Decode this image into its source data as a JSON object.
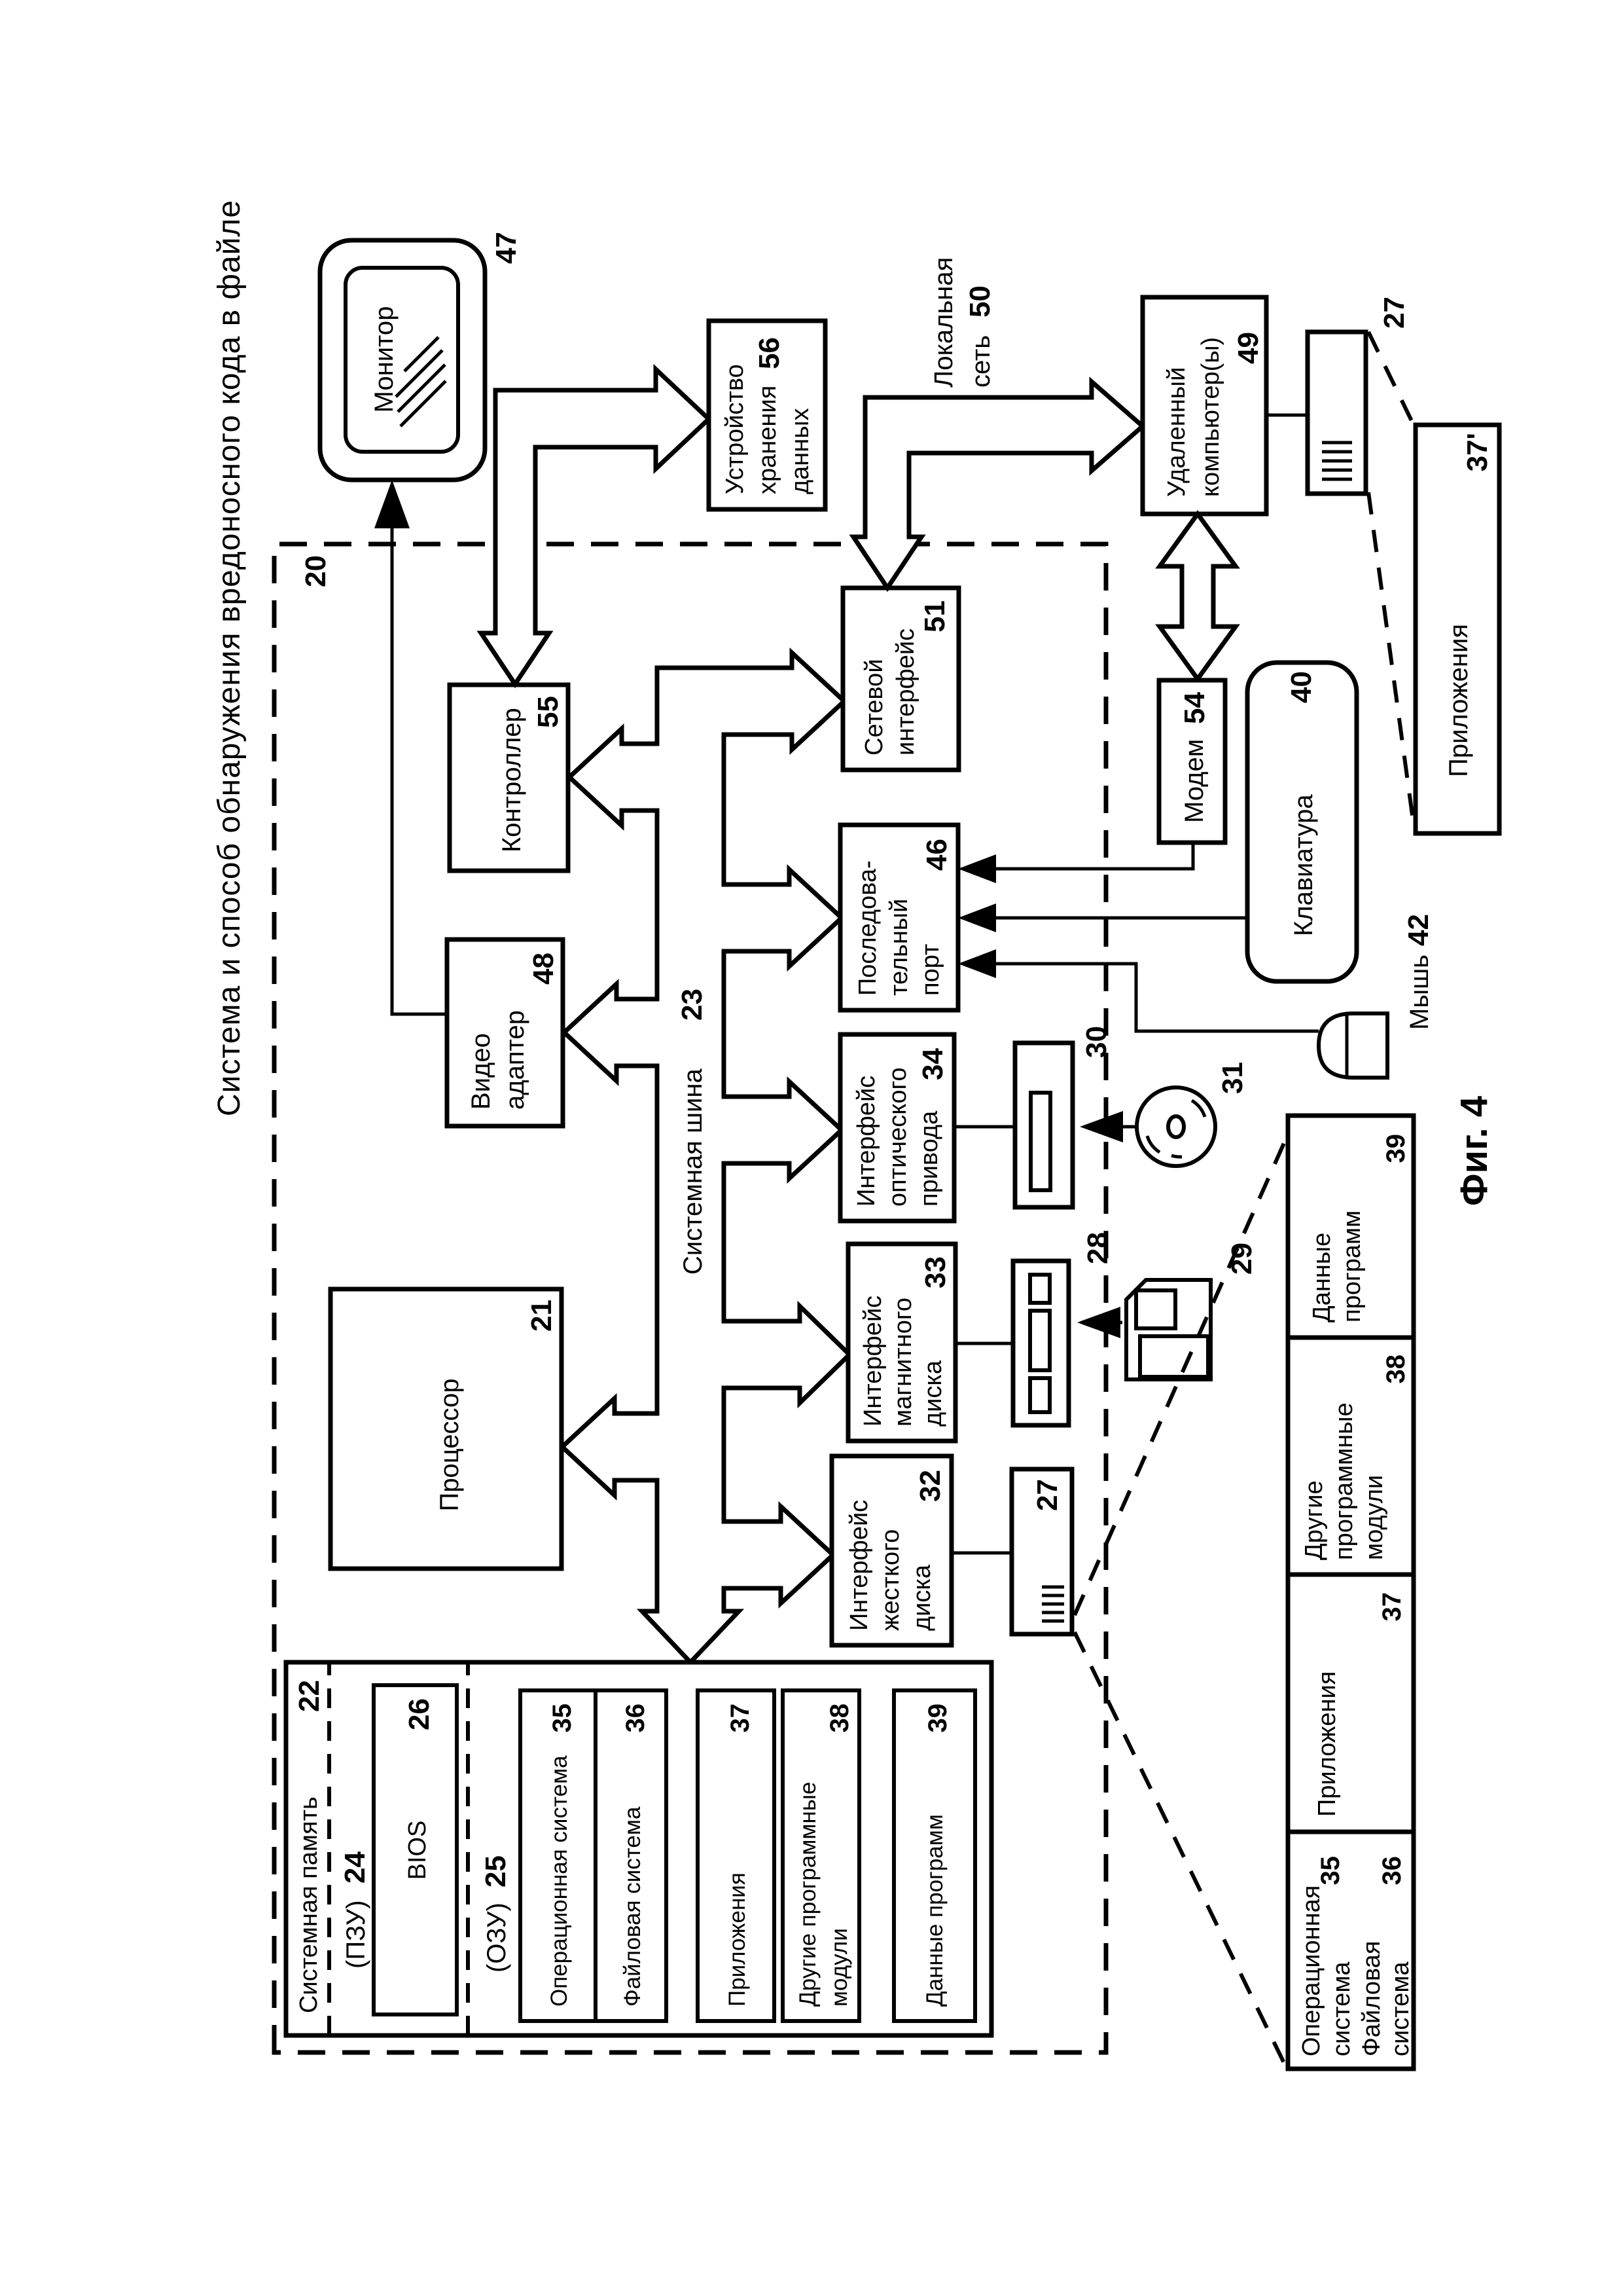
{
  "title": "Система и способ обнаружения вредоносного кода в файле",
  "figure_caption": "Фиг. 4",
  "diagram": {
    "computer_box": {
      "number": "20"
    },
    "processor": {
      "label": "Процессор",
      "number": "21"
    },
    "system_memory": {
      "label": "Системная память",
      "number": "22"
    },
    "rom": {
      "label": "(ПЗУ)",
      "number": "24"
    },
    "bios": {
      "label": "BIOS",
      "number": "26"
    },
    "ram": {
      "label": "(ОЗУ)",
      "number": "25"
    },
    "mem_os": {
      "label": "Операционная система",
      "number": "35"
    },
    "mem_fs": {
      "label": "Файловая система",
      "number": "36"
    },
    "mem_apps": {
      "label": "Приложения",
      "number": "37"
    },
    "mem_other": {
      "lines": [
        "Другие программные",
        "модули"
      ],
      "number": "38"
    },
    "mem_data": {
      "label": "Данные программ",
      "number": "39"
    },
    "system_bus": {
      "label": "Системная шина",
      "number": "23"
    },
    "video_adapter": {
      "lines": [
        "Видео",
        "адаптер"
      ],
      "number": "48"
    },
    "controller": {
      "label": "Контроллер",
      "number": "55"
    },
    "monitor": {
      "label": "Монитор",
      "number": "47"
    },
    "storage_device": {
      "lines": [
        "Устройство",
        "хранения",
        "данных"
      ],
      "number": "56"
    },
    "hdd_interface": {
      "lines": [
        "Интерфейс",
        "жесткого",
        "диска"
      ],
      "number": "32"
    },
    "magnetic_interface": {
      "lines": [
        "Интерфейс",
        "магнитного",
        "диска"
      ],
      "number": "33"
    },
    "optical_interface": {
      "lines": [
        "Интерфейс",
        "оптического",
        "привода"
      ],
      "number": "34"
    },
    "serial_port": {
      "lines": [
        "Последова-",
        "тельный",
        "порт"
      ],
      "number": "46"
    },
    "network_interface": {
      "lines": [
        "Сетевой",
        "интерфейс"
      ],
      "number": "51"
    },
    "local_network": {
      "lines": [
        "Локальная",
        "сеть"
      ],
      "number": "50"
    },
    "remote_computer": {
      "lines": [
        "Удаленный",
        "компьютер(ы)"
      ],
      "number": "49"
    },
    "remote_disk": {
      "number": "27"
    },
    "remote_apps": {
      "label": "Приложения",
      "number": "37'"
    },
    "modem": {
      "label": "Модем",
      "number": "54"
    },
    "keyboard": {
      "label": "Клавиатура",
      "number": "40"
    },
    "mouse": {
      "label": "Мышь",
      "number": "42"
    },
    "local_disk": {
      "number": "27"
    },
    "optical_drive": {
      "number": "30"
    },
    "cd_disk": {
      "number": "31"
    },
    "floppy_drive": {
      "number": "28"
    },
    "floppy_disk": {
      "number": "29"
    },
    "exp_os": {
      "lines": [
        "Операционная",
        "система"
      ],
      "number": "35"
    },
    "exp_fs": {
      "lines": [
        "Файловая",
        "система"
      ],
      "number": "36"
    },
    "exp_apps": {
      "label": "Приложения",
      "number": "37"
    },
    "exp_other": {
      "lines": [
        "Другие",
        "программные",
        "модули"
      ],
      "number": "38"
    },
    "exp_data": {
      "lines": [
        "Данные",
        "программ"
      ],
      "number": "39"
    }
  }
}
